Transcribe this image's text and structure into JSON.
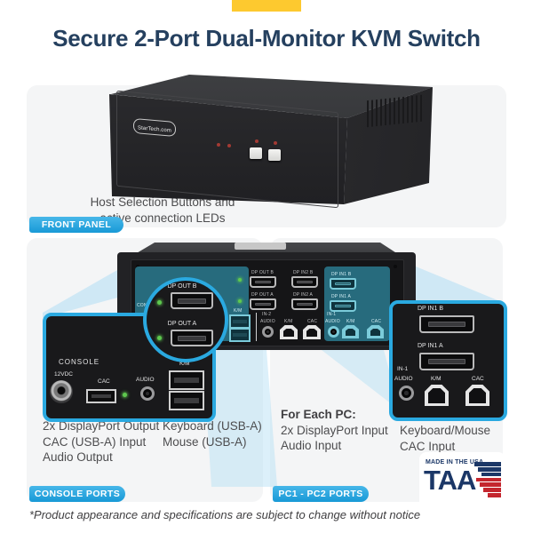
{
  "colors": {
    "accent_yellow": "#fdc92f",
    "badge_blue": "#29abe2",
    "navy": "#25405f",
    "teal_panel": "#276b7d",
    "taa_navy": "#1b3767",
    "taa_red": "#c4262e",
    "body_text": "#4d4d4f"
  },
  "header": {
    "title": "Secure 2-Port Dual-Monitor KVM Switch"
  },
  "front": {
    "badge": "FRONT PANEL",
    "logo": "StarTech.com",
    "caption1": "Host Selection Buttons and",
    "caption2": "active connection LEDs"
  },
  "rear": {
    "face": {
      "console": "CONSOLE",
      "km_top": "K/M",
      "dp_out_b": "DP OUT B",
      "dp_out_a": "DP OUT A",
      "dp_in2_b": "DP IN2 B",
      "dp_in2_a": "DP IN2 A",
      "dp_in1_b": "DP IN1 B",
      "dp_in1_a": "DP IN1 A",
      "in2": "IN-2",
      "audio2": "AUDIO",
      "km2": "K/M",
      "cac2": "CAC",
      "in1": "IN-1",
      "audio1": "AUDIO",
      "km1": "K/M",
      "cac1": "CAC"
    },
    "circle_callout": {
      "dp_b": "DP OUT B",
      "dp_a": "DP OUT A"
    },
    "console_callout": {
      "title": "CONSOLE",
      "power": "12VDC",
      "cac": "CAC",
      "audio": "AUDIO",
      "km": "K/M"
    },
    "pc_callout": {
      "dp_b": "DP IN1 B",
      "dp_a": "DP IN1 A",
      "in1": "IN-1",
      "audio": "AUDIO",
      "km": "K/M",
      "cac": "CAC"
    }
  },
  "legend": {
    "console": {
      "badge": "CONSOLE PORTS",
      "col1": [
        "2x DisplayPort Output",
        "CAC (USB-A) Input",
        "Audio Output"
      ],
      "col2": [
        "Keyboard (USB-A)",
        "Mouse (USB-A)"
      ]
    },
    "pc": {
      "badge": "PC1 - PC2 PORTS",
      "heading": "For Each PC:",
      "col1": [
        "2x DisplayPort Input",
        "Audio Input"
      ],
      "col2": [
        "Keyboard/Mouse",
        "CAC Input"
      ]
    }
  },
  "taa": {
    "made_in": "MADE IN THE USA",
    "label": "TAA"
  },
  "footer": {
    "note": "*Product appearance and specifications are subject to change without notice"
  }
}
